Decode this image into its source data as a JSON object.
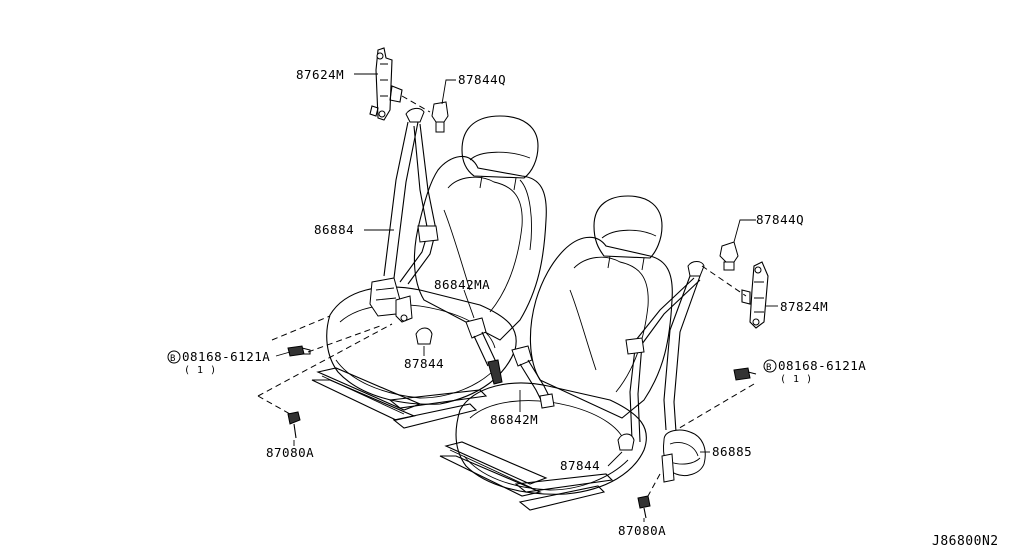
{
  "labels": {
    "left_upper_anchor": "87624M",
    "left_cover": "87844Q",
    "left_belt": "86884",
    "left_buckle": "86842MA",
    "left_bolt": "08168-6121A",
    "left_bolt_qty": "( 1 )",
    "left_lower_cover": "87844",
    "left_anchor_bolt": "87080A",
    "center_buckle": "86842M",
    "right_cover": "87844Q",
    "right_upper_anchor": "87824M",
    "right_bolt": "08168-6121A",
    "right_bolt_qty": "( 1 )",
    "right_retractor": "86885",
    "right_lower_cover": "87844",
    "right_anchor_bolt": "87080A",
    "diagram_code": "J86800N2"
  },
  "bolt_marker": "B"
}
